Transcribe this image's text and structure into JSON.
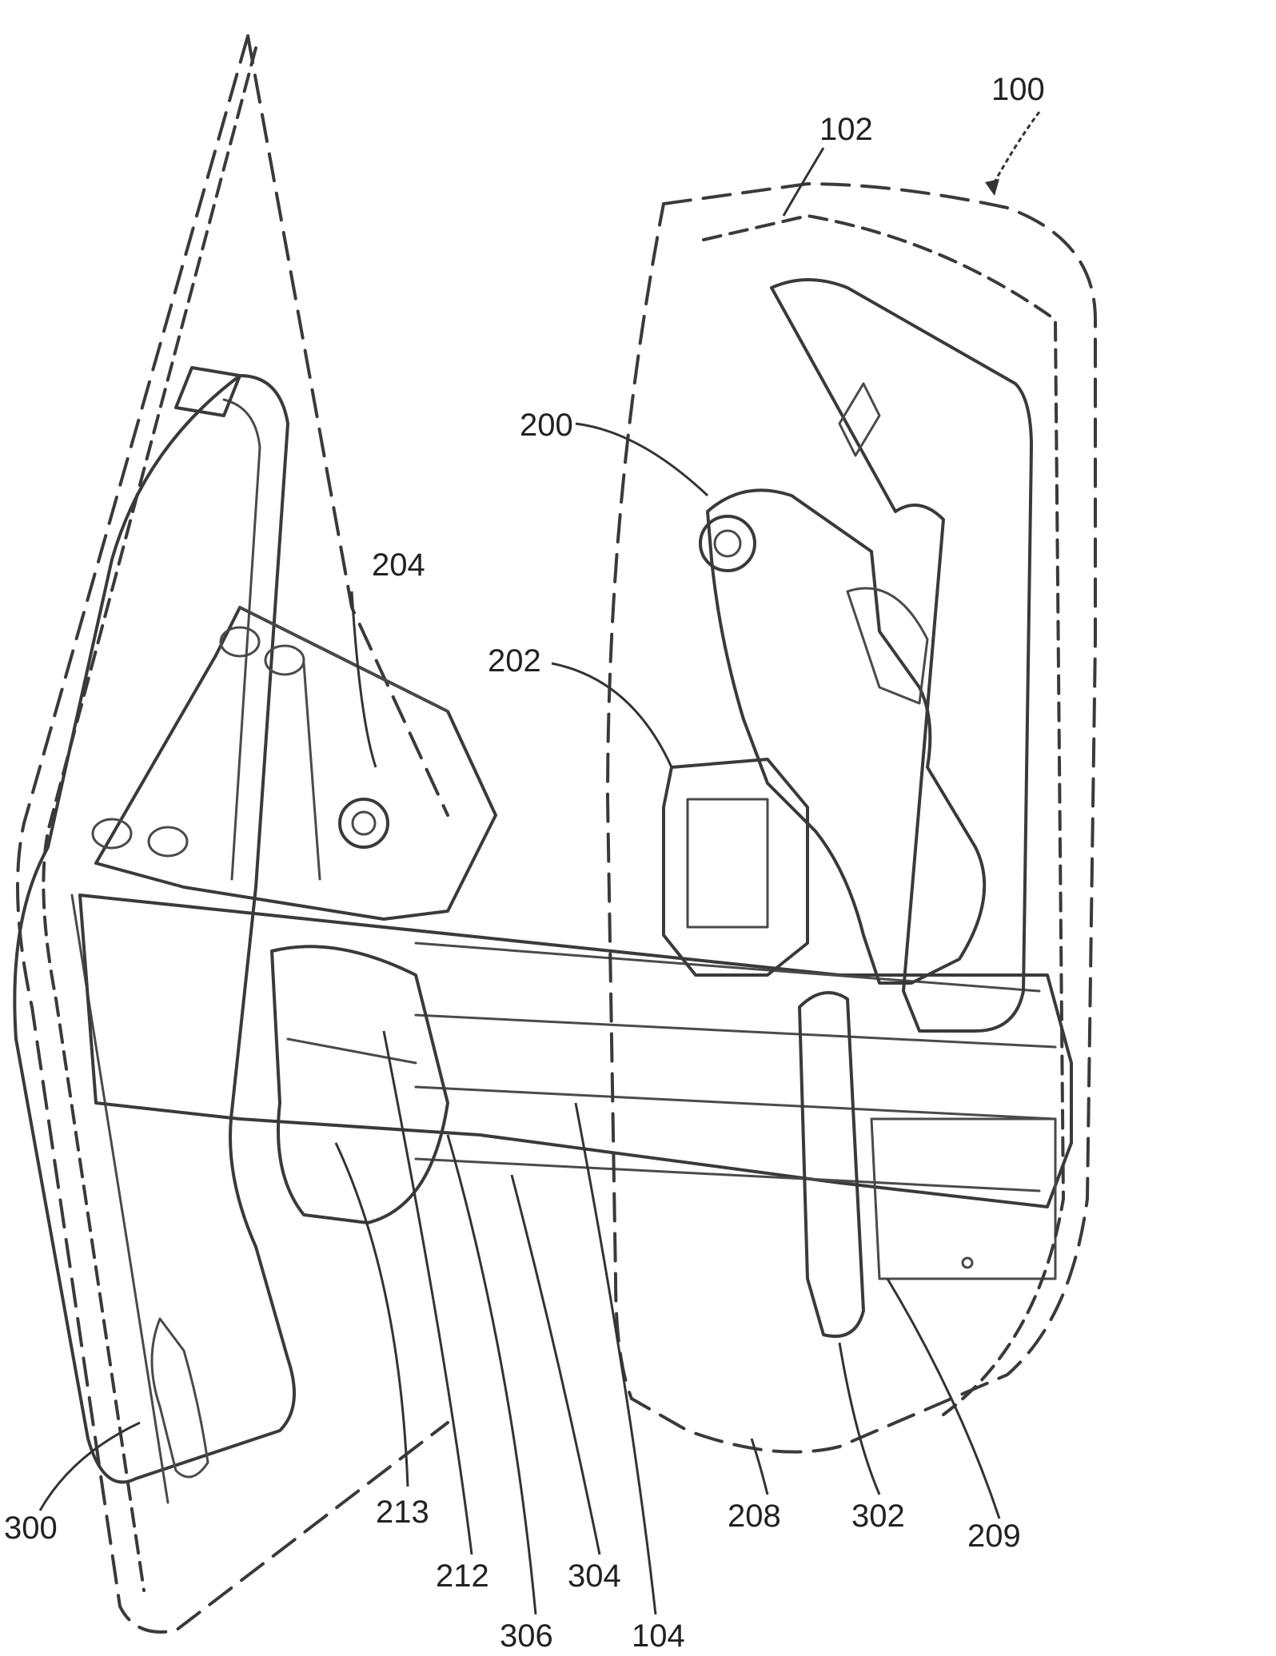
{
  "figure": {
    "labels": {
      "l100": "100",
      "l102": "102",
      "l104": "104",
      "l200": "200",
      "l202": "202",
      "l204": "204",
      "l208": "208",
      "l209": "209",
      "l212": "212",
      "l213": "213",
      "l300": "300",
      "l302": "302",
      "l304": "304",
      "l306": "306"
    }
  }
}
